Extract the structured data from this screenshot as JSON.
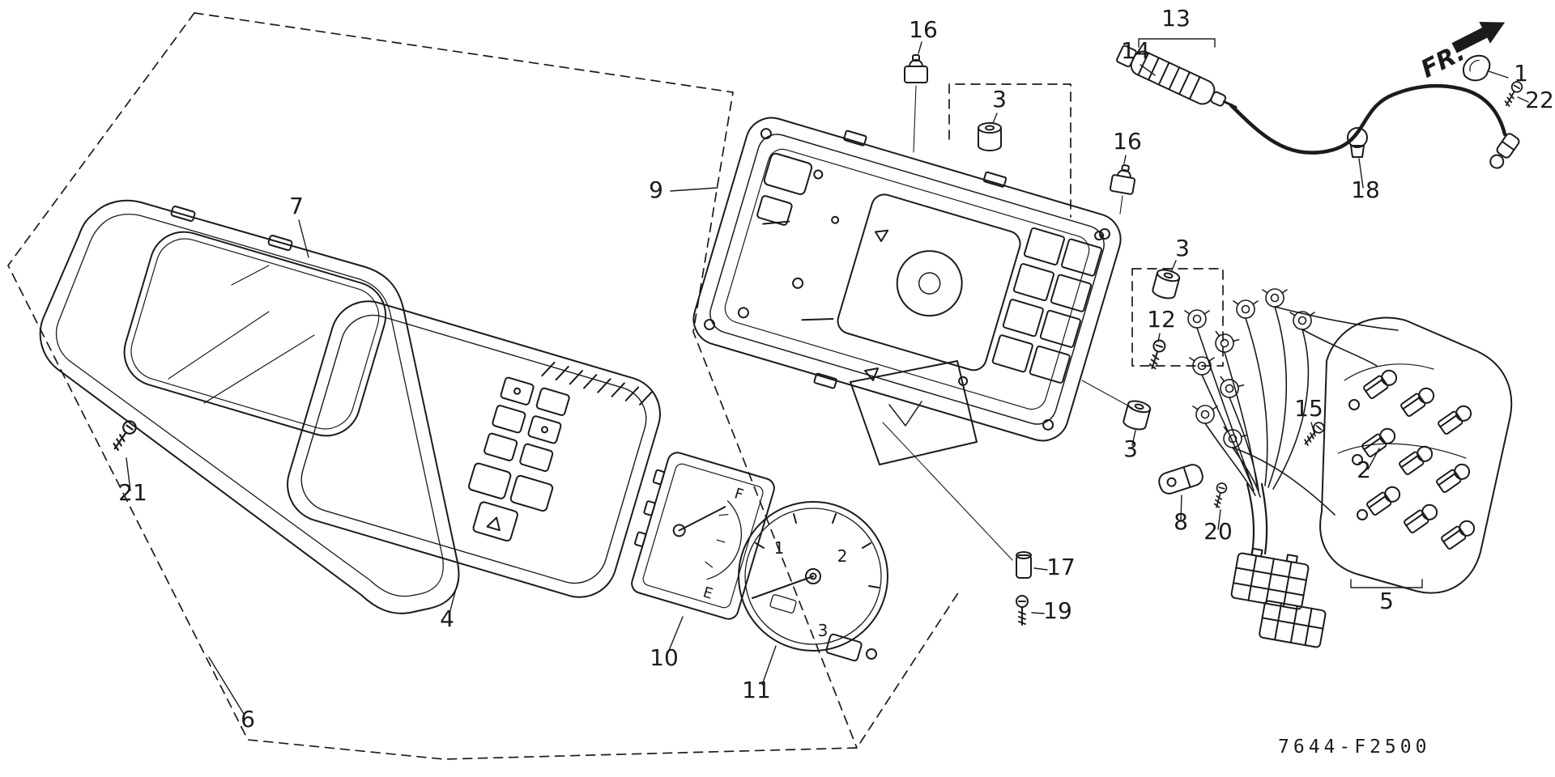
{
  "diagram": {
    "code": "7644-F2500",
    "direction_label": "FR.",
    "line_color": "#1b1b1b",
    "part_labels": {
      "n1": "1",
      "n2": "2",
      "n3a": "3",
      "n3b": "3",
      "n3c": "3",
      "n4": "4",
      "n5": "5",
      "n6": "6",
      "n7": "7",
      "n8": "8",
      "n9": "9",
      "n10": "10",
      "n11": "11",
      "n12": "12",
      "n13": "13",
      "n14": "14",
      "n15": "15",
      "n16a": "16",
      "n16b": "16",
      "n17": "17",
      "n18": "18",
      "n19": "19",
      "n20": "20",
      "n21": "21",
      "n22": "22"
    },
    "gauge_markings": {
      "fuel_full": "F",
      "fuel_empty": "E",
      "dial_1": "1",
      "dial_2": "2",
      "dial_3": "3"
    }
  }
}
